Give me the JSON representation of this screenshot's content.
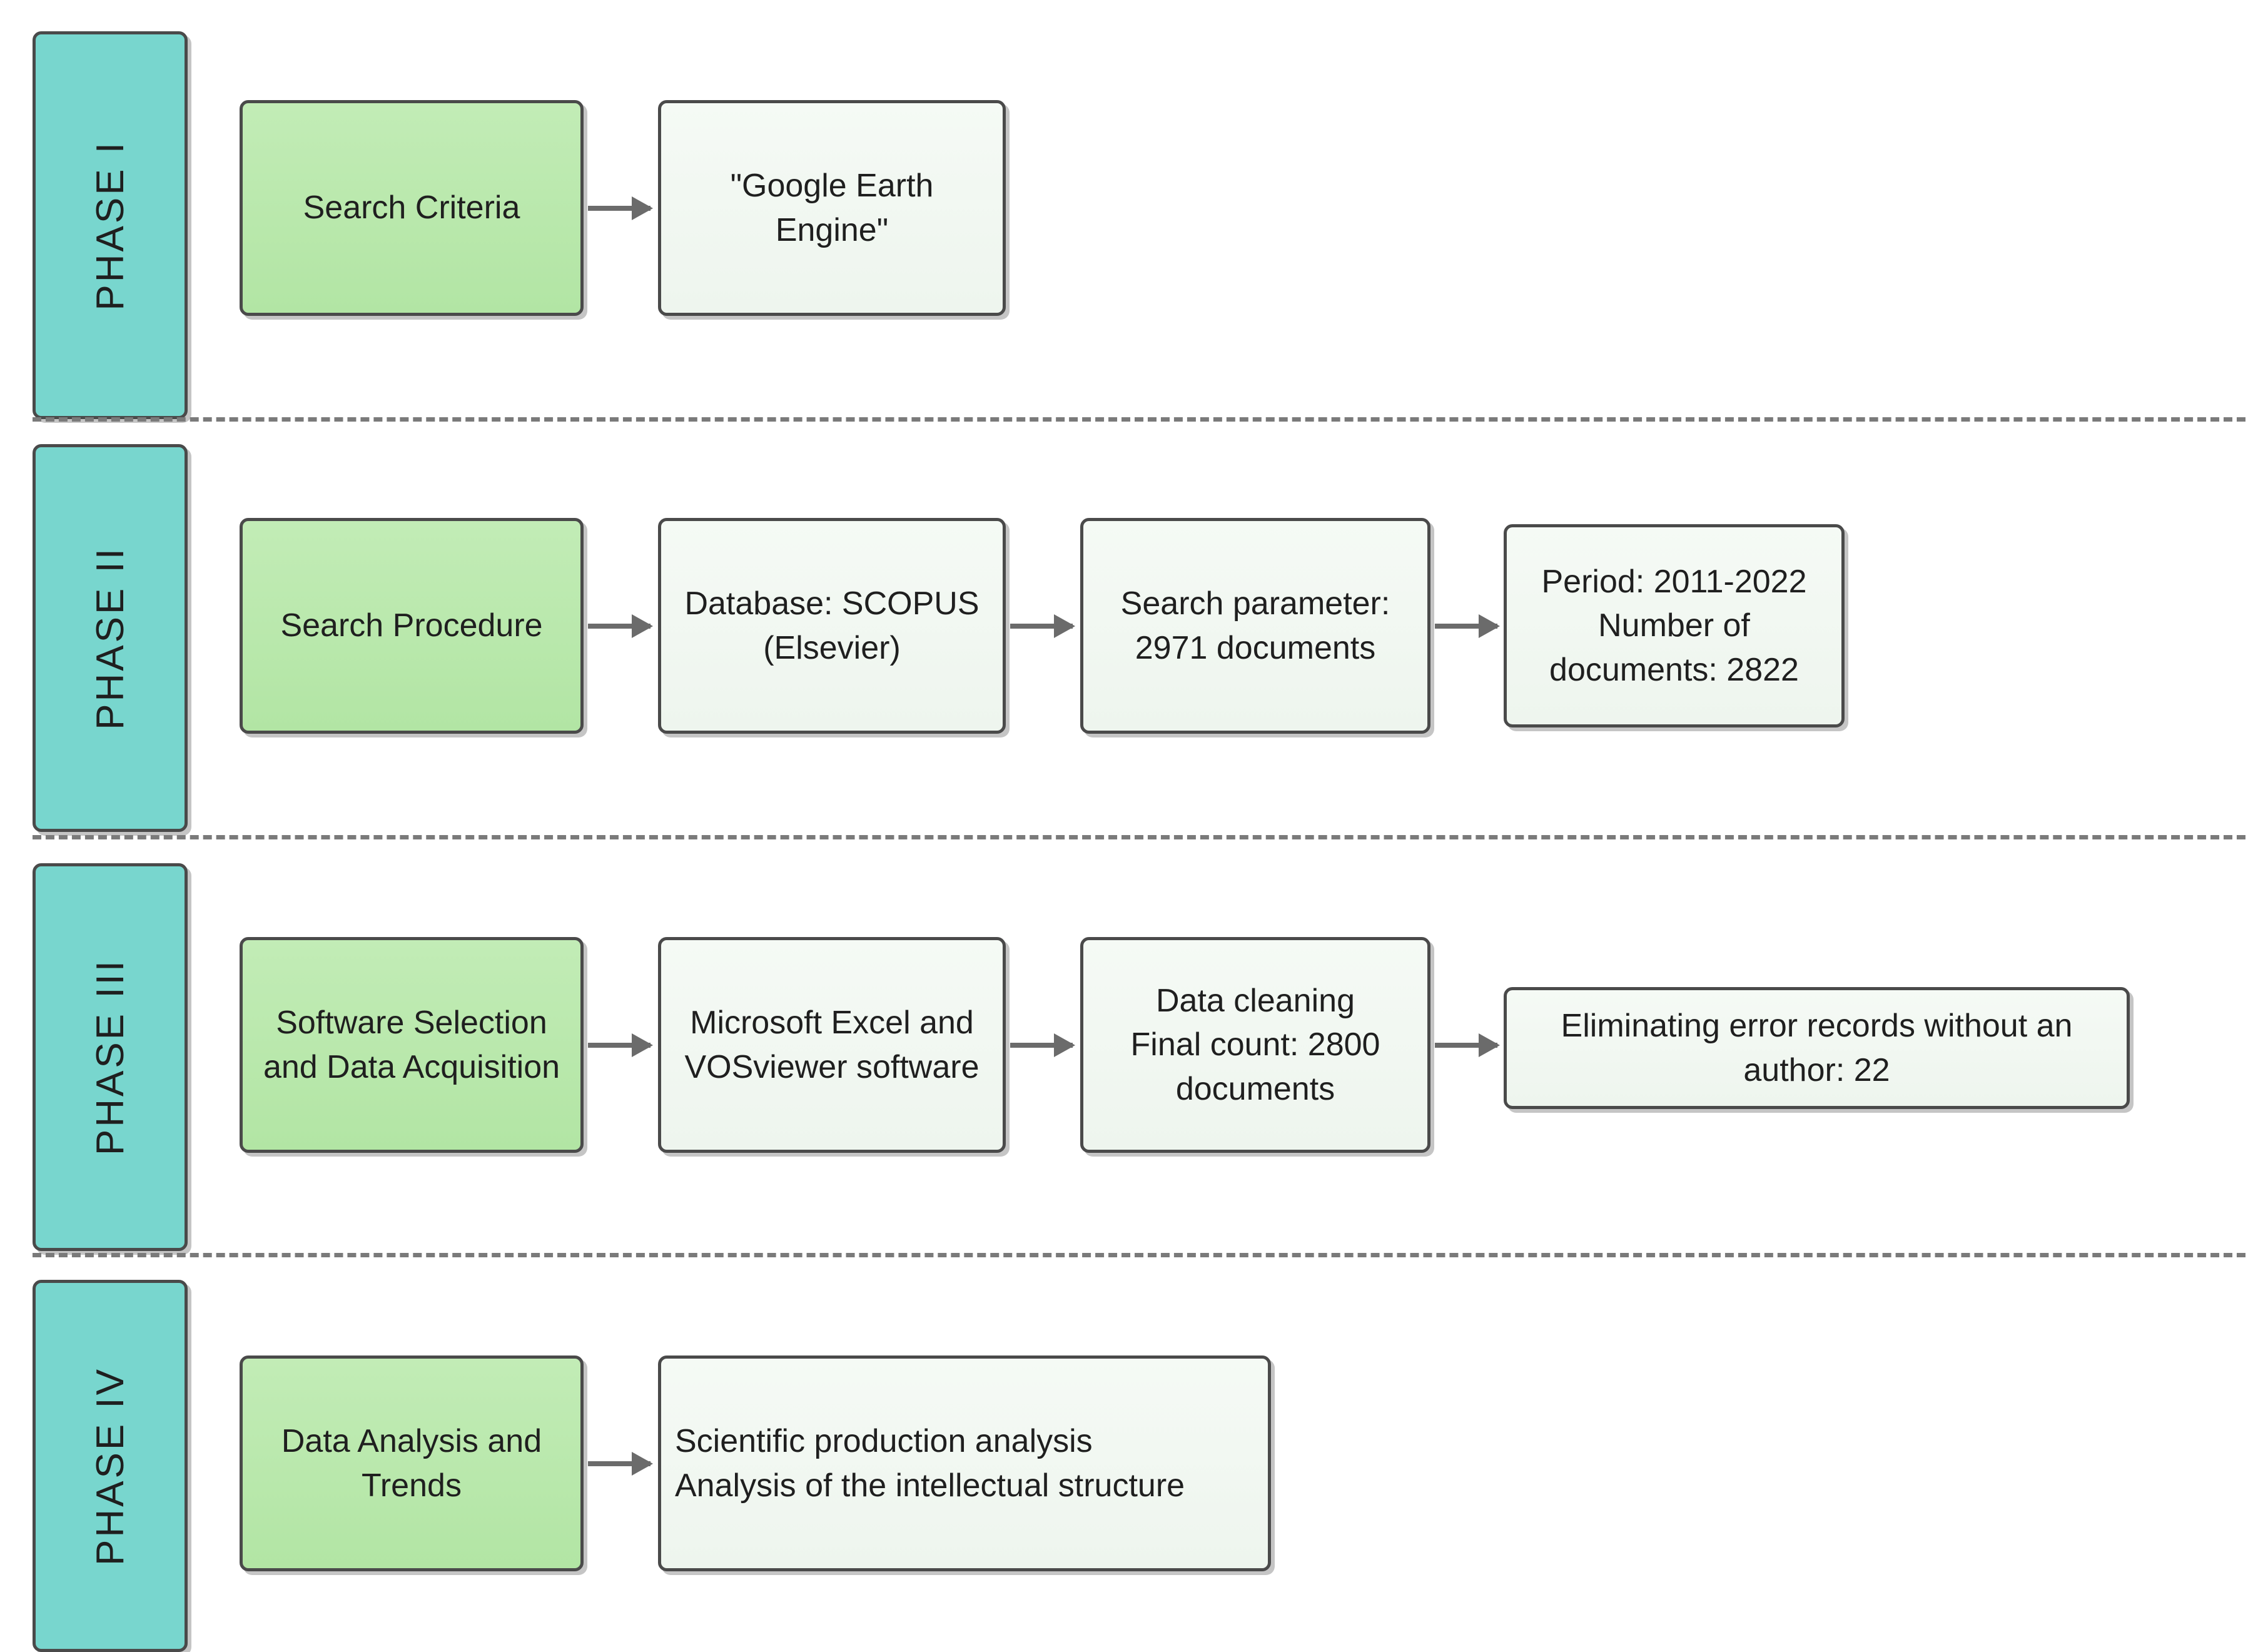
{
  "diagram": {
    "title": "Bibliometric research methodology phases flowchart",
    "colors": {
      "phase_bar_fill": "#78d6ce",
      "process_fill": "#bbeaae",
      "detail_fill": "#f2f8f2",
      "border": "#4a4a4a",
      "arrow": "#6b6b6b",
      "separator": "#7a7a7a",
      "background": "#ffffff"
    },
    "phases": [
      {
        "id": "phase-1",
        "label": "PHASE I",
        "nodes": [
          {
            "id": "search-criteria",
            "kind": "process",
            "text": "Search Criteria"
          },
          {
            "id": "google-earth-engine",
            "kind": "detail",
            "text": "\"Google Earth\nEngine\""
          }
        ]
      },
      {
        "id": "phase-2",
        "label": "PHASE II",
        "nodes": [
          {
            "id": "search-procedure",
            "kind": "process",
            "text": "Search Procedure"
          },
          {
            "id": "database-scopus",
            "kind": "detail",
            "text": "Database: SCOPUS\n(Elsevier)"
          },
          {
            "id": "search-parameter",
            "kind": "detail",
            "text": "Search parameter:\n2971 documents"
          },
          {
            "id": "period-documents",
            "kind": "detail",
            "text": "Period: 2011-2022\nNumber of\ndocuments: 2822"
          }
        ]
      },
      {
        "id": "phase-3",
        "label": "PHASE III",
        "nodes": [
          {
            "id": "software-selection",
            "kind": "process",
            "text": "Software Selection\nand Data Acquisition"
          },
          {
            "id": "excel-vosviewer",
            "kind": "detail",
            "text": "Microsoft Excel and\nVOSviewer software"
          },
          {
            "id": "data-cleaning",
            "kind": "detail",
            "text": "Data cleaning\nFinal count: 2800\ndocuments"
          },
          {
            "id": "eliminating-errors",
            "kind": "detail",
            "text": "Eliminating error records without an\nauthor: 22"
          }
        ]
      },
      {
        "id": "phase-4",
        "label": "PHASE IV",
        "nodes": [
          {
            "id": "data-analysis-trends",
            "kind": "process",
            "text": "Data Analysis and\nTrends"
          },
          {
            "id": "analysis-outputs",
            "kind": "detail",
            "text": "Scientific production analysis\nAnalysis of the intellectual structure"
          }
        ]
      }
    ]
  }
}
